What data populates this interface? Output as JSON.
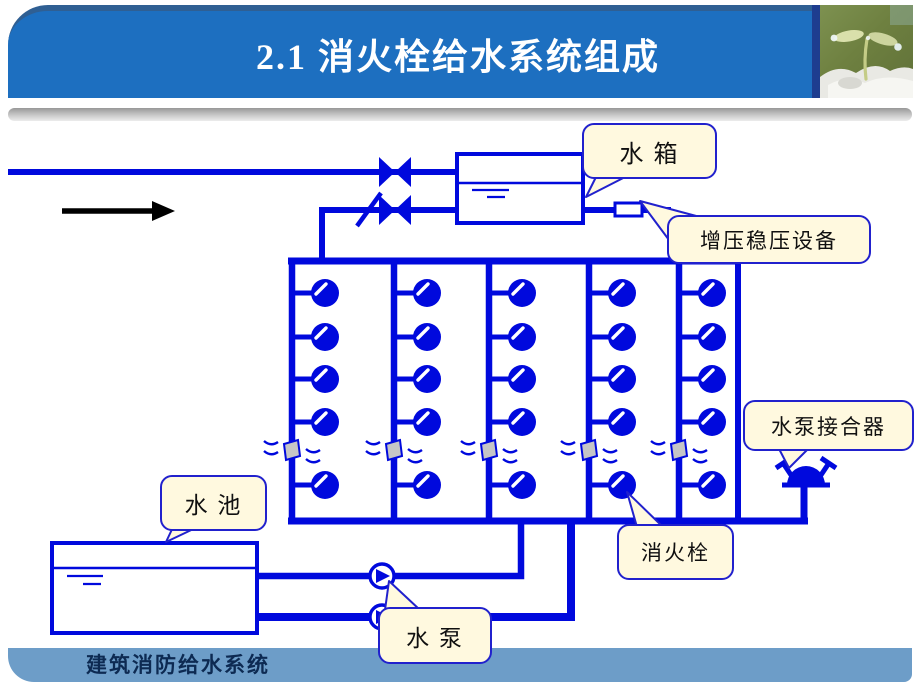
{
  "slide": {
    "title": "2.1  消火栓给水系统组成",
    "footer": "建筑消防给水系统"
  },
  "callouts": {
    "water_tank": "水 箱",
    "pressure_stabilizer": "增压稳压设备",
    "pump_adapter": "水泵接合器",
    "fire_hydrant": "消火栓",
    "water_pool": "水 池",
    "water_pump": "水 泵"
  },
  "diagram": {
    "riser_count": 5,
    "hydrants_per_riser": 5,
    "flow_direction": "left-to-right",
    "colors": {
      "pipe": "#0009dd",
      "banner": "#1d6fc0",
      "banner_edge": "#2f5f93",
      "callout_bg": "#fff9df",
      "callout_border": "#2121cd",
      "footer_bar": "#6d9dc8",
      "footer_text": "#0d2a52"
    }
  }
}
